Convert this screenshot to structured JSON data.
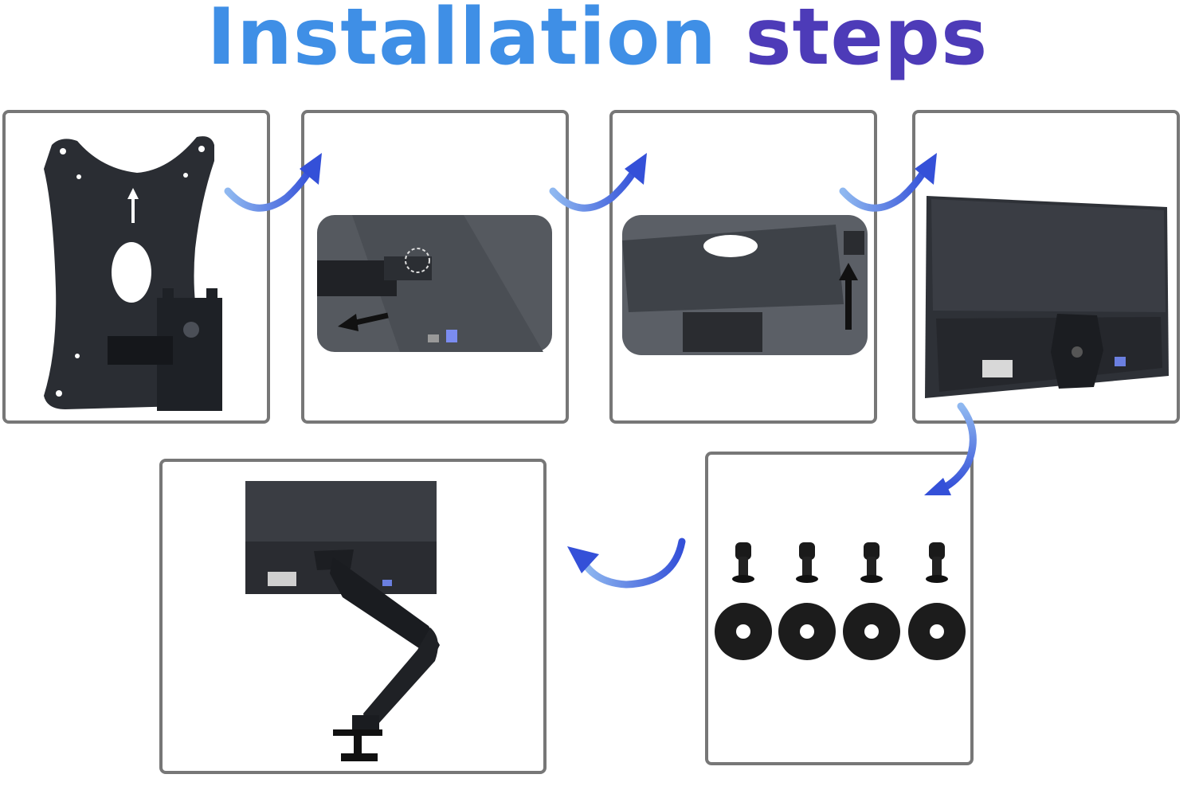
{
  "title": {
    "word1": "Installation",
    "word2": "steps"
  },
  "colors": {
    "title_blue": "#3f8fe6",
    "title_purple": "#4d3bb8",
    "arrow_blue": "#3b5be0",
    "panel_border": "#777777"
  },
  "steps": [
    {
      "image": "vesa-adapter-plate"
    },
    {
      "image": "remove-monitor-stand"
    },
    {
      "image": "attach-adapter-plate"
    },
    {
      "image": "monitor-with-adapter-installed"
    },
    {
      "image": "screws-and-washers"
    },
    {
      "image": "monitor-on-arm-mount"
    }
  ]
}
